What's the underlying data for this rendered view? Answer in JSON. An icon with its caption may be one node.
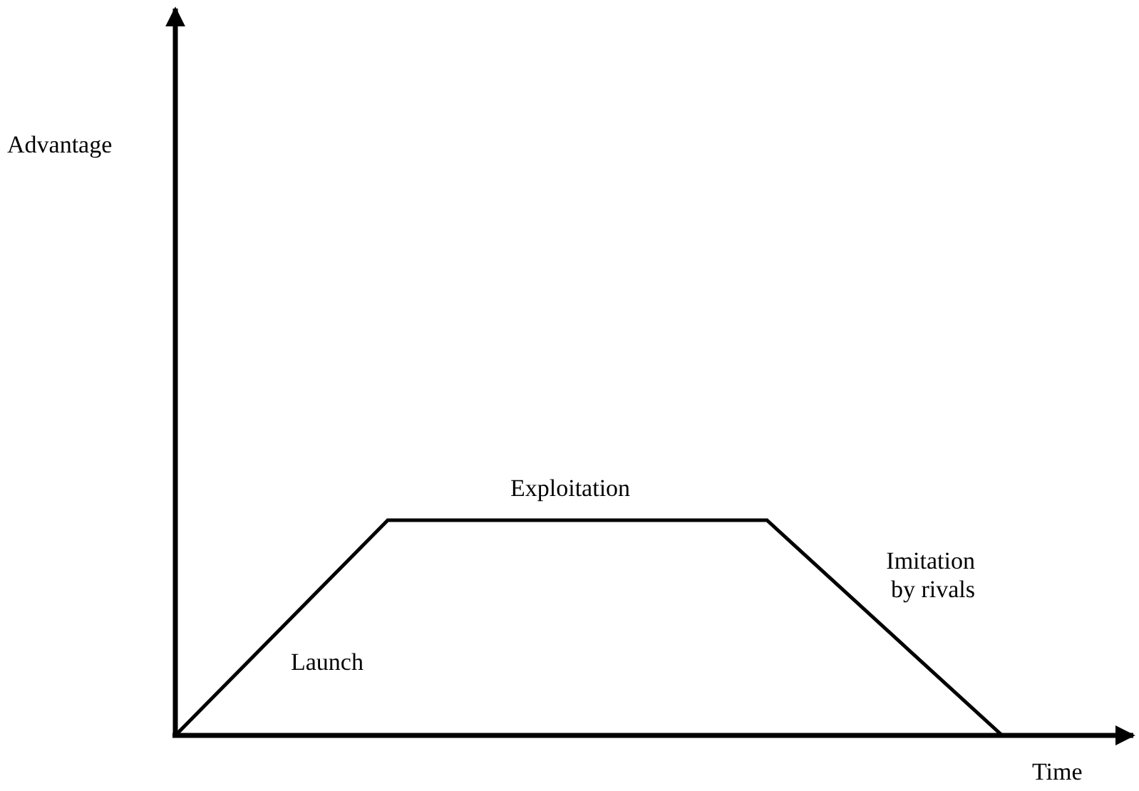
{
  "diagram": {
    "labels": [
      "Advantage",
      "Exploitation",
      "Imitation by rivals",
      "Launch",
      "Time"
    ]
  }
}
